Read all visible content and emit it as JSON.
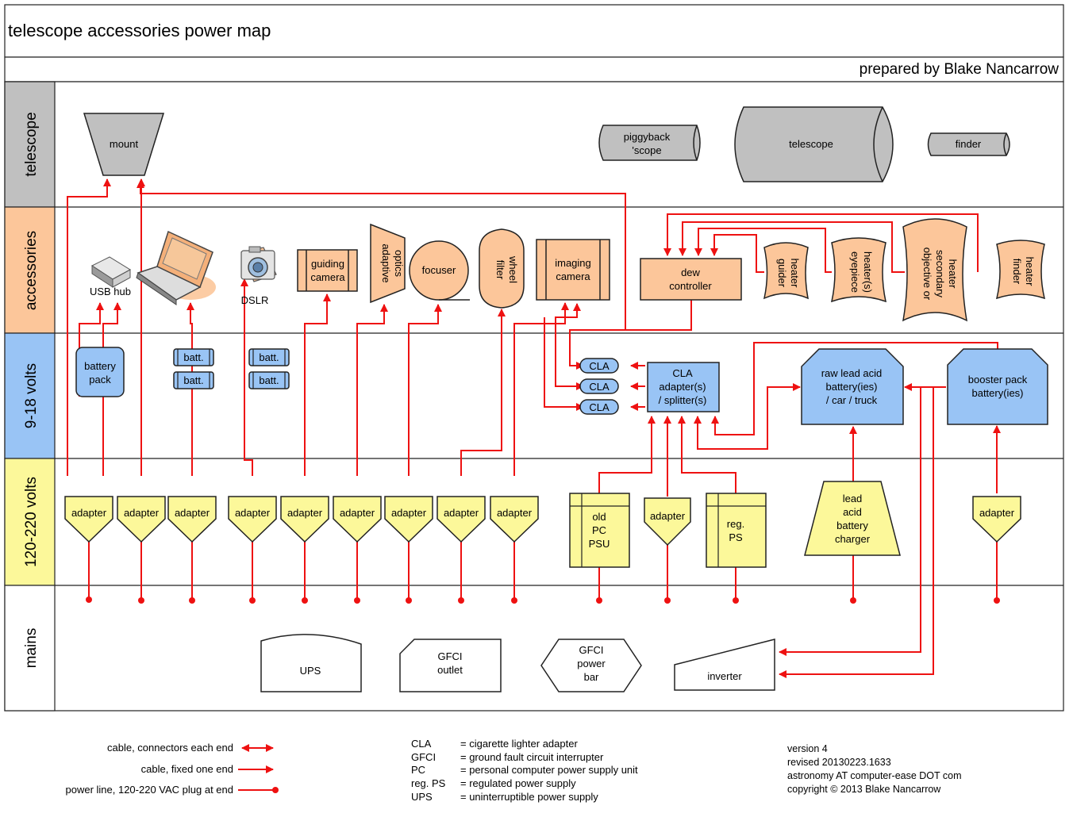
{
  "title": "telescope accessories power map",
  "prepared_by": "prepared by Blake Nancarrow",
  "bands": {
    "telescope": "telescope",
    "accessories": "accessories",
    "low_volts": "9-18 volts",
    "high_volts": "120-220 volts",
    "mains": "mains"
  },
  "telescope_items": {
    "mount": "mount",
    "piggyback_1": "piggyback",
    "piggyback_2": "'scope",
    "telescope": "telescope",
    "finder": "finder"
  },
  "accessories_items": {
    "usb_hub": "USB hub",
    "dslr": "DSLR",
    "guiding_camera_1": "guiding",
    "guiding_camera_2": "camera",
    "adaptive_optics_1": "adaptive",
    "adaptive_optics_2": "optics",
    "focuser": "focuser",
    "filter_wheel_1": "filter",
    "filter_wheel_2": "wheel",
    "imaging_camera_1": "imaging",
    "imaging_camera_2": "camera",
    "dew_controller_1": "dew",
    "dew_controller_2": "controller",
    "guider_heater_1": "guider",
    "guider_heater_2": "heater",
    "eyepiece_heater_1": "eyepiece",
    "eyepiece_heater_2": "heater(s)",
    "objective_heater_1": "objective or",
    "objective_heater_2": "secondary",
    "objective_heater_3": "heater",
    "finder_heater_1": "finder",
    "finder_heater_2": "heater"
  },
  "low_volt_items": {
    "battery_pack_1": "battery",
    "battery_pack_2": "pack",
    "batt": "batt.",
    "cla": "CLA",
    "cla_splitter_1": "CLA",
    "cla_splitter_2": "adapter(s)",
    "cla_splitter_3": "/ splitter(s)",
    "raw_battery_1": "raw lead acid",
    "raw_battery_2": "battery(ies)",
    "raw_battery_3": "/ car / truck",
    "booster_1": "booster pack",
    "booster_2": "battery(ies)"
  },
  "high_volt_items": {
    "adapter": "adapter",
    "old_psu_1": "old",
    "old_psu_2": "PC",
    "old_psu_3": "PSU",
    "reg_ps_1": "reg.",
    "reg_ps_2": "PS",
    "charger_1": "lead",
    "charger_2": "acid",
    "charger_3": "battery",
    "charger_4": "charger"
  },
  "mains_items": {
    "ups": "UPS",
    "gfci_outlet_1": "GFCI",
    "gfci_outlet_2": "outlet",
    "gfci_bar_1": "GFCI",
    "gfci_bar_2": "power",
    "gfci_bar_3": "bar",
    "inverter": "inverter"
  },
  "legend": {
    "both_ends": "cable, connectors each end",
    "one_end": "cable, fixed one end",
    "power_line": "power line, 120-220 VAC plug at end"
  },
  "glossary": [
    {
      "abbr": "CLA",
      "def": "= cigarette lighter adapter"
    },
    {
      "abbr": "GFCI",
      "def": "= ground fault circuit interrupter"
    },
    {
      "abbr": "PC",
      "def": "= personal computer power supply unit"
    },
    {
      "abbr": "reg. PS",
      "def": "= regulated power supply"
    },
    {
      "abbr": "UPS",
      "def": "= uninterruptible power supply"
    }
  ],
  "version_info": {
    "version": "version 4",
    "revised": "revised 20130223.1633",
    "contact": "astronomy AT computer-ease DOT com",
    "copyright": "copyright © 2013 Blake Nancarrow"
  },
  "colors": {
    "telescope_band": "#c0c0c0",
    "accessories_band": "#fcc69a",
    "low_volt_band": "#99c4f5",
    "high_volt_band": "#fcf89a",
    "wire": "#ee1111",
    "gray_item": "#c0c0c0"
  }
}
